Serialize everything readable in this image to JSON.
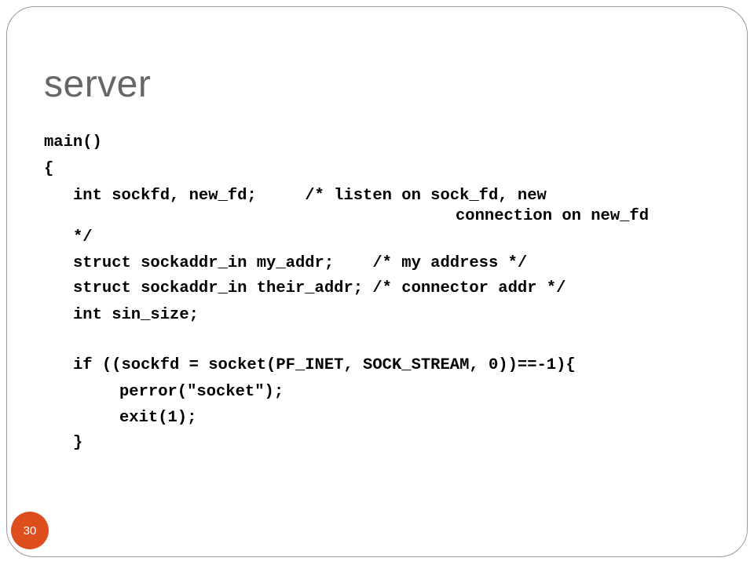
{
  "slide": {
    "title": "server",
    "page_number": "30",
    "accent_color": "#de4e1d",
    "title_color": "#666666"
  },
  "code": {
    "lines": [
      "main()",
      "{",
      "int sockfd, new_fd;     /* listen on sock_fd, new",
      "connection on new_fd",
      "*/",
      "struct sockaddr_in my_addr;    /* my address */",
      "struct sockaddr_in their_addr; /* connector addr */",
      "int sin_size;",
      "if ((sockfd = socket(PF_INET, SOCK_STREAM, 0))==-1){",
      "perror(\"socket\");",
      "exit(1);",
      "}"
    ]
  }
}
